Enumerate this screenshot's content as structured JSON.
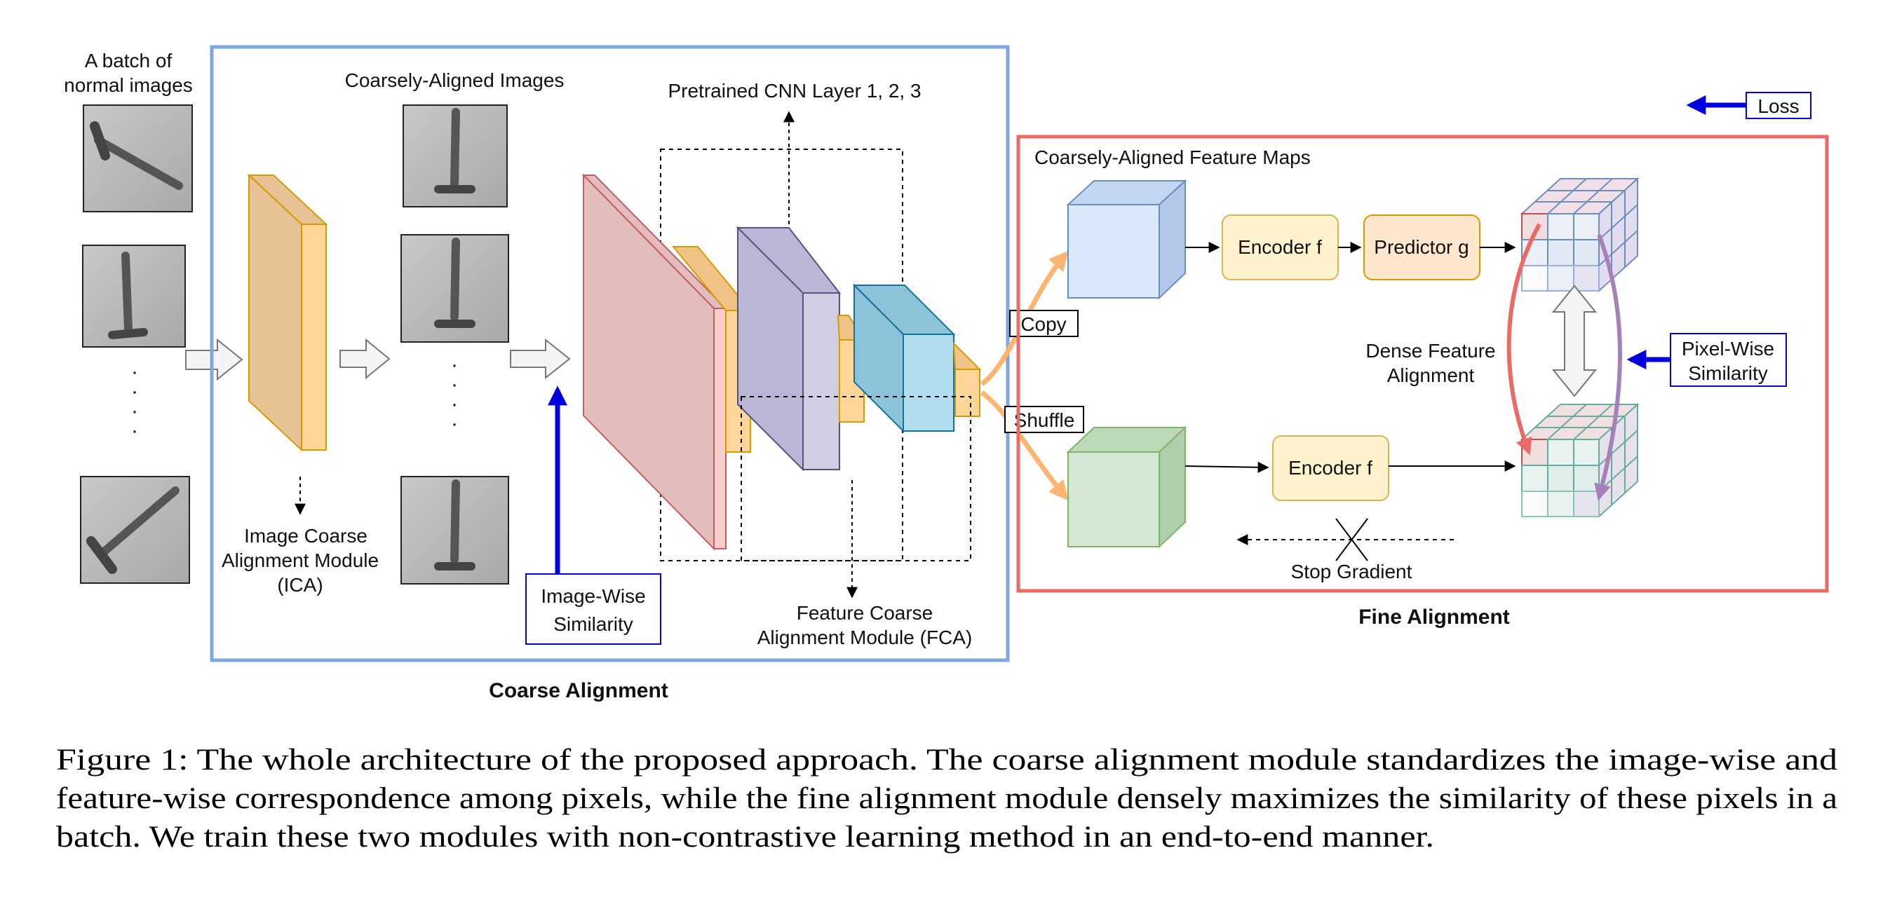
{
  "labels": {
    "batch_line1": "A batch of",
    "batch_line2": "normal images",
    "coarse_images": "Coarsely-Aligned Images",
    "cnn_layers": "Pretrained CNN Layer 1, 2, 3",
    "ica_line1": "Image Coarse",
    "ica_line2": "Alignment Module",
    "ica_line3": "(ICA)",
    "fca_line1": "Feature Coarse",
    "fca_line2": "Alignment Module (FCA)",
    "image_wise_line1": "Image-Wise",
    "image_wise_line2": "Similarity",
    "coarse_alignment": "Coarse Alignment",
    "feature_maps": "Coarsely-Aligned Feature Maps",
    "copy": "Copy",
    "shuffle": "Shuffle",
    "encoder_top": "Encoder f",
    "predictor": "Predictor g",
    "encoder_bottom": "Encoder f",
    "dense_line1": "Dense Feature",
    "dense_line2": "Alignment",
    "pixel_wise_line1": "Pixel-Wise",
    "pixel_wise_line2": "Similarity",
    "stop_gradient": "Stop Gradient",
    "loss": "Loss",
    "fine_alignment": "Fine Alignment",
    "dots": "·  ·  ·"
  },
  "caption": {
    "line1": "Figure 1: The whole architecture of the proposed approach. The coarse alignment module standardizes the image-wise and",
    "line2": "feature-wise correspondence among pixels, while the fine alignment module densely maximizes the similarity of these pixels in a",
    "line3": "batch. We train these two modules with non-contrastive learning method in an end-to-end manner."
  },
  "colors": {
    "coarse_box": "#7ea6e0",
    "fine_box": "#ea6b66",
    "similarity_arrow": "#0000dd",
    "orange_layer": "#ffd59a",
    "pink_layer": "#f4c8c8",
    "purple_layer": "#cfcde6",
    "cyan_layer": "#b1dfef",
    "blue_cube": "#dae8fc",
    "green_cube": "#d5e8d4",
    "encoder_fill": "#fff2cc",
    "predictor_fill": "#ffe6cc"
  }
}
